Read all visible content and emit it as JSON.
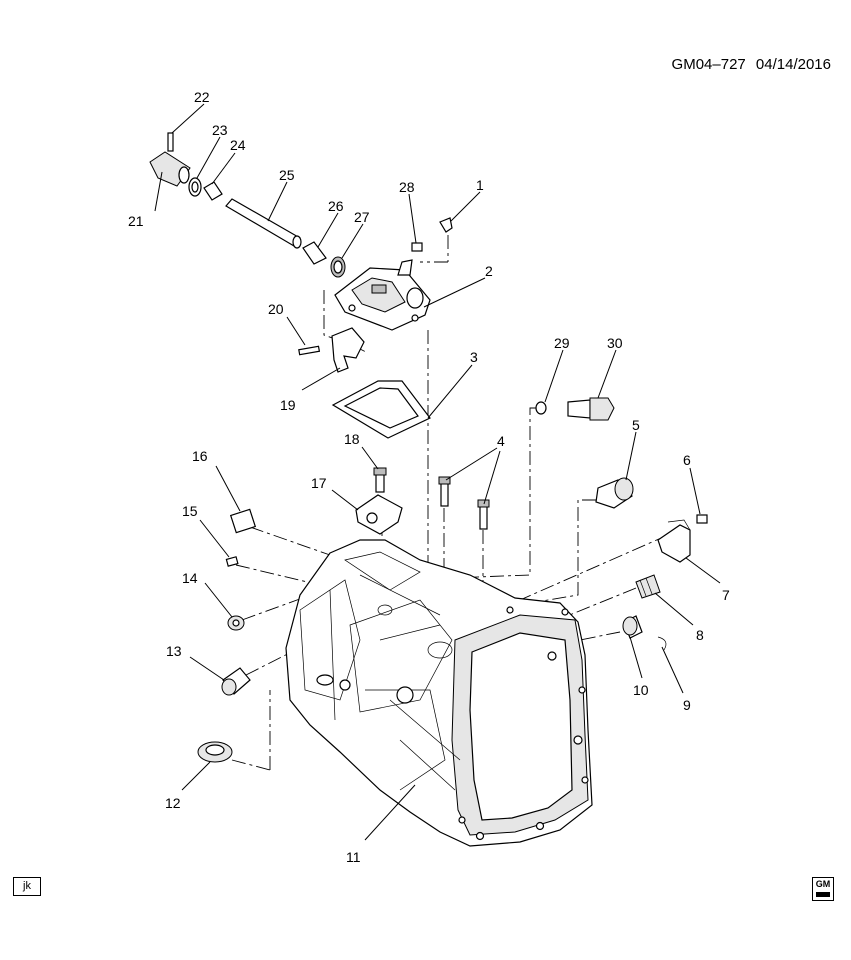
{
  "header": {
    "code": "GM04–727",
    "date": "04/14/2016"
  },
  "callouts": [
    {
      "id": "c1",
      "text": "1"
    },
    {
      "id": "c2",
      "text": "2"
    },
    {
      "id": "c3",
      "text": "3"
    },
    {
      "id": "c4",
      "text": "4"
    },
    {
      "id": "c5",
      "text": "5"
    },
    {
      "id": "c6",
      "text": "6"
    },
    {
      "id": "c7",
      "text": "7"
    },
    {
      "id": "c8",
      "text": "8"
    },
    {
      "id": "c9",
      "text": "9"
    },
    {
      "id": "c10",
      "text": "10"
    },
    {
      "id": "c11",
      "text": "11"
    },
    {
      "id": "c12",
      "text": "12"
    },
    {
      "id": "c13",
      "text": "13"
    },
    {
      "id": "c14",
      "text": "14"
    },
    {
      "id": "c15",
      "text": "15"
    },
    {
      "id": "c16",
      "text": "16"
    },
    {
      "id": "c17",
      "text": "17"
    },
    {
      "id": "c18",
      "text": "18"
    },
    {
      "id": "c19",
      "text": "19"
    },
    {
      "id": "c20",
      "text": "20"
    },
    {
      "id": "c21",
      "text": "21"
    },
    {
      "id": "c22",
      "text": "22"
    },
    {
      "id": "c23",
      "text": "23"
    },
    {
      "id": "c24",
      "text": "24"
    },
    {
      "id": "c25",
      "text": "25"
    },
    {
      "id": "c26",
      "text": "26"
    },
    {
      "id": "c27",
      "text": "27"
    },
    {
      "id": "c28",
      "text": "28"
    },
    {
      "id": "c29",
      "text": "29"
    },
    {
      "id": "c30",
      "text": "30"
    }
  ],
  "footer": {
    "artist_tag": "jk",
    "logo_text": "GM",
    "logo_icon": "gm-logo-icon"
  }
}
